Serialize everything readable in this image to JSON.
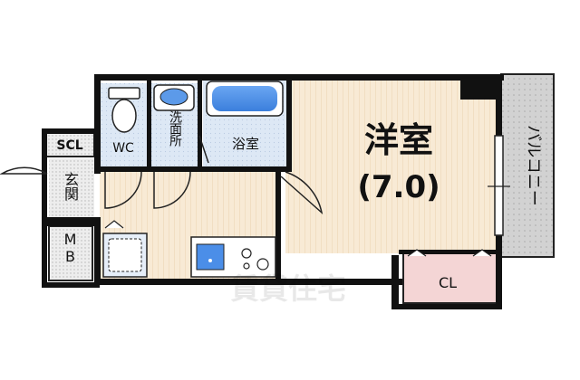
{
  "rooms": {
    "western_room": "洋室",
    "western_room_size": "(7.0)",
    "wc": "WC",
    "washroom": "洗面所",
    "bathroom": "浴室",
    "scl": "SCL",
    "entrance": "玄関",
    "mb": "MB",
    "closet": "CL",
    "balcony": "バルコニー"
  },
  "watermark": "賃貸住宅",
  "colors": {
    "floor": "#f7e9d3",
    "floor_line": "#ecd6b4",
    "tile": "#dbe7f4",
    "wall": "#111111",
    "balcony": "#cfcfcf",
    "closet": "#f4d5d5",
    "dot_area": "#e9e9e9",
    "tub_blue": "#4b8ee8"
  }
}
